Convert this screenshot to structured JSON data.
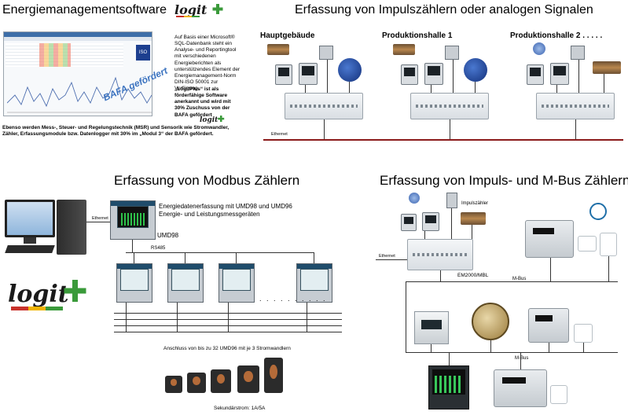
{
  "top_left": {
    "title": "Energiemanagementsoftware",
    "brand": "logit",
    "software_text": "Auf Basis einer Microsoft® SQL-Datenbank steht ein Analyse- und Reportingtool mit verschiedenen Energieberichten als unterstützendes Element der Energiemanagement-Norm DIN-ISO 50001 zur Verfügung.",
    "logitplus_text": "„LogitPlus“ ist als förderfähige Software anerkannt und wird mit 30% Zuschuss von der BAFA gefördert",
    "stamp": "BAFA gefördert",
    "caption": "Ebenso werden Mess-, Steuer- und Regelungstechnik (MSR) und Sensorik wie Stromwandler, Zähler, Erfassungsmodule bzw. Datenlogger mit 30% im „Modul 3“ der BAFA gefördert."
  },
  "top_right": {
    "title": "Erfassung von Impulszählern oder analogen Signalen",
    "sites": [
      "Hauptgebäude",
      "Produktionshalle 1",
      "Produktionshalle 2 . . . . ."
    ],
    "ethernet": "Ethernet"
  },
  "bottom_left": {
    "title": "Erfassung von Modbus Zählern",
    "ethernet": "Ethernet",
    "description": "Energiedatenerfassung mit UMD98 und UMD96\nEnergie- und Leistungsmessgeräten",
    "umd98": "UMD98",
    "rs485": "RS485",
    "dots": ". . . . . . . . . .",
    "connection": "Anschluss von bis zu 32 UMD96 mit je 3 Stromwandlern",
    "secondary": "Sekundärstrom: 1A/5A"
  },
  "bottom_right": {
    "title": "Erfassung von Impuls- und M-Bus Zählern",
    "pulse_label": "Impulszähler",
    "ethernet": "Ethernet",
    "em2000": "EM2000/MBL",
    "mbus1": "M-Bus",
    "mbus2": "M-Bus"
  },
  "colors": {
    "brand_green": "#3a9a3a",
    "brand_red": "#c8322b",
    "stamp_blue": "#3d74c0",
    "meter_blue": "#1d3f8f"
  }
}
